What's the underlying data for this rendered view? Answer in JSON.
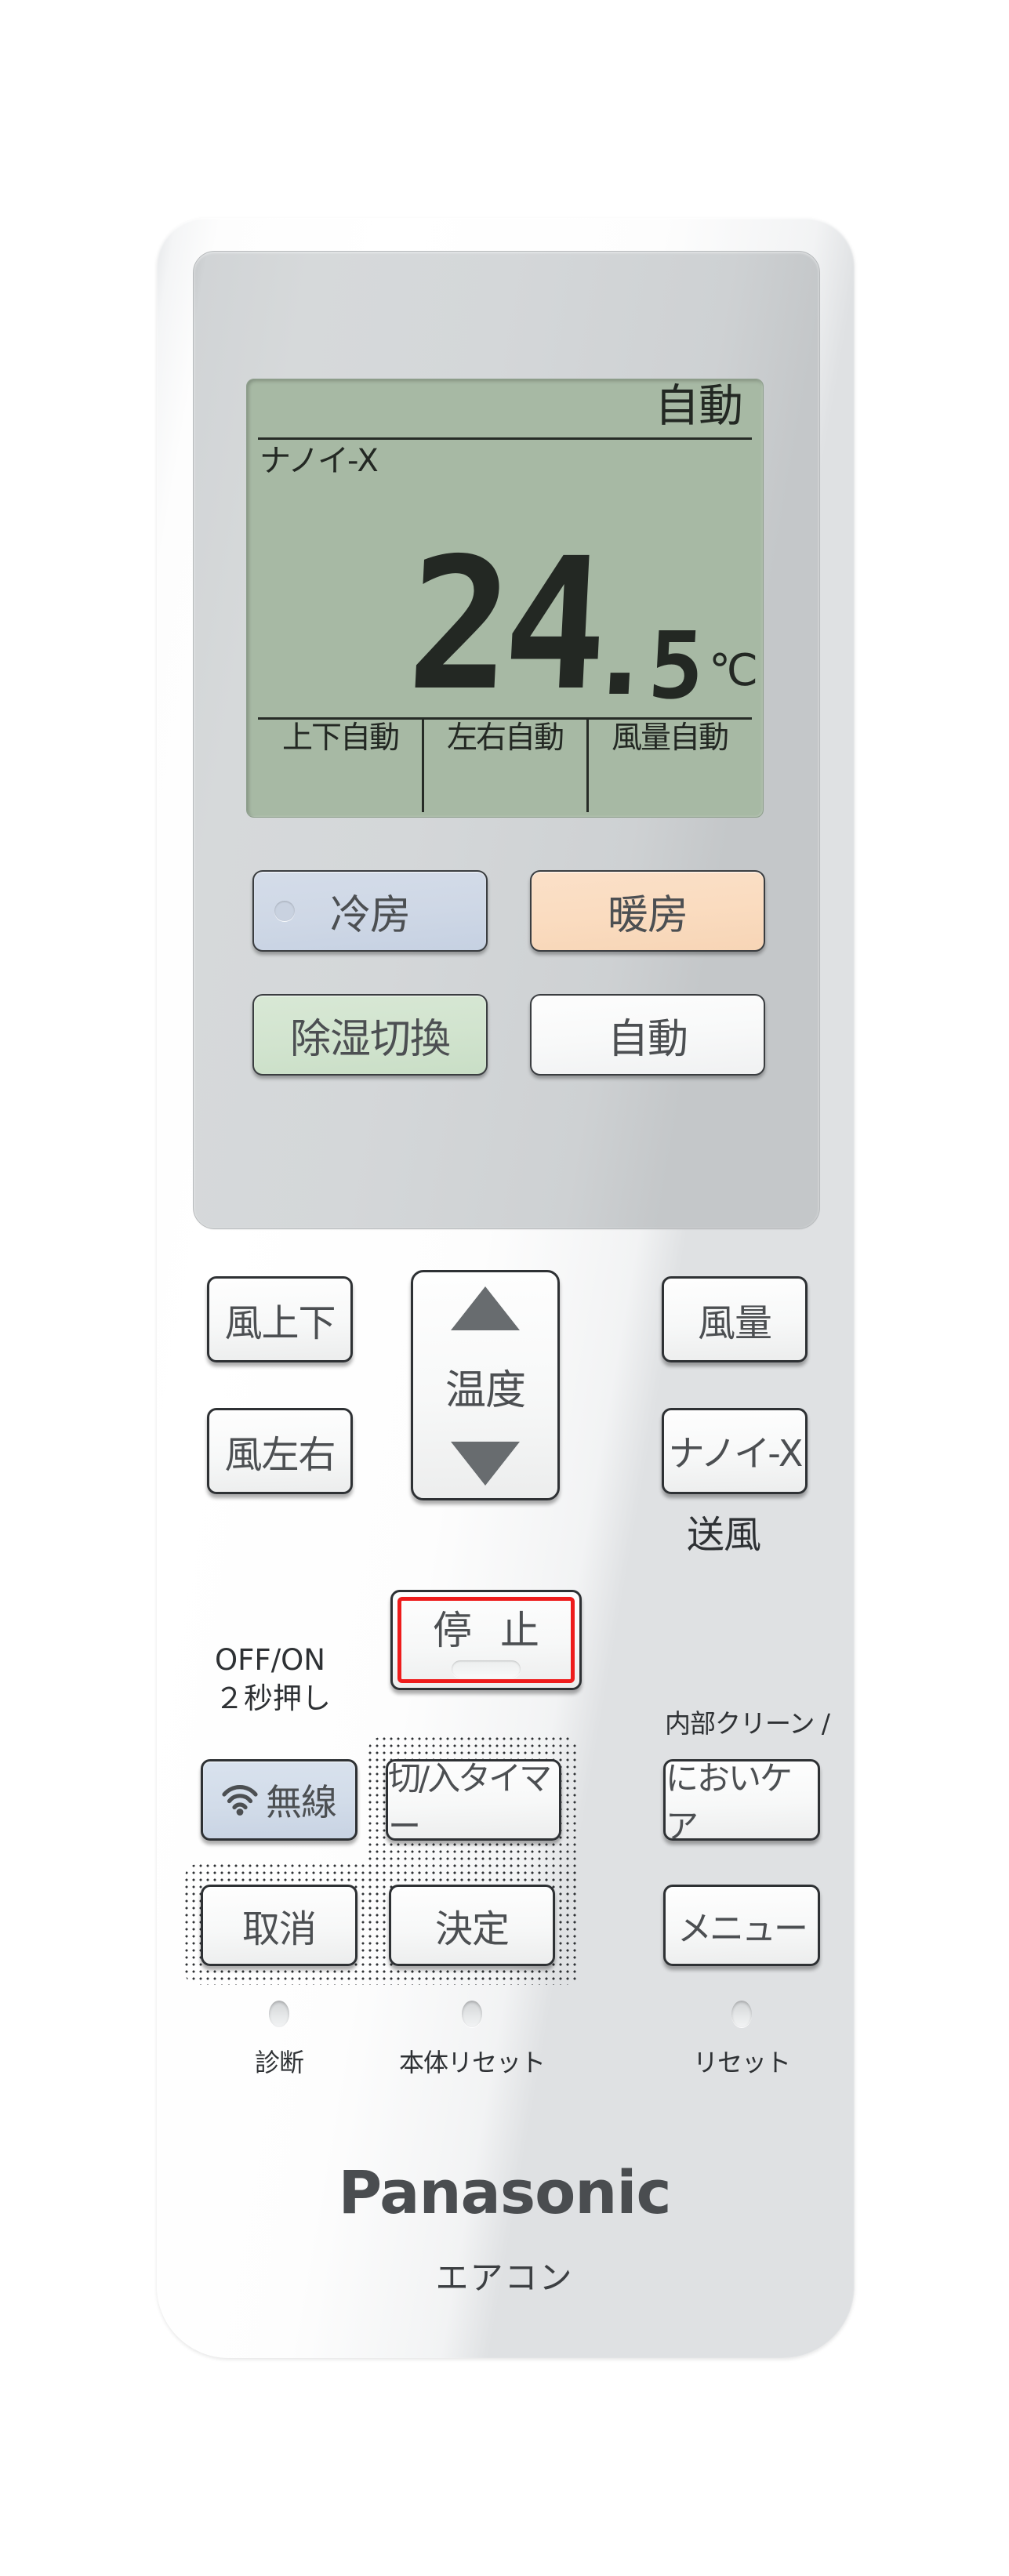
{
  "device": {
    "brand": "Panasonic",
    "category": "エアコン",
    "type": "air-conditioner-remote"
  },
  "lcd": {
    "background_color": "#a7b9a4",
    "text_color": "#232823",
    "mode_indicator": "自動",
    "feature_indicator": "ナノイ-X",
    "temperature_integer": "24",
    "temperature_decimal_sep": ".",
    "temperature_fraction": "5",
    "temperature_unit": "℃",
    "temperature_value": 24.5,
    "status_cells": [
      {
        "label": "上下自動"
      },
      {
        "label": "左右自動"
      },
      {
        "label": "風量自動"
      }
    ]
  },
  "mode_buttons": [
    {
      "label": "冷房",
      "color": "#cfd8e6",
      "has_indicator": true
    },
    {
      "label": "暖房",
      "color": "#fadcc0",
      "has_indicator": false
    },
    {
      "label": "除湿切換",
      "color": "#d2e4cf",
      "has_indicator": false
    },
    {
      "label": "自動",
      "color": "#f8f9f9",
      "has_indicator": false
    }
  ],
  "control_buttons": {
    "air_updown": "風上下",
    "air_leftright": "風左右",
    "air_volume": "風量",
    "nanoe": "ナノイ-X",
    "temperature_label": "温度",
    "temperature_up_icon": "triangle-up-icon",
    "temperature_down_icon": "triangle-down-icon"
  },
  "stop_button": {
    "label": "停 止",
    "border_color": "#ee1c1c"
  },
  "function_buttons": {
    "wireless": "無線",
    "wireless_icon": "wifi-icon",
    "timer": "切/入タイマー",
    "odor_care": "においケア",
    "cancel": "取消",
    "confirm": "決定",
    "menu": "メニュー"
  },
  "side_labels": {
    "fan_only": "送風",
    "off_on": "OFF/ON\n２秒押し",
    "internal_clean": "内部クリーン /"
  },
  "reset_holes": [
    {
      "label": "診断",
      "icon": "pinhole-icon"
    },
    {
      "label": "本体リセット",
      "icon": "pinhole-icon"
    },
    {
      "label": "リセット",
      "icon": "pinhole-icon"
    }
  ]
}
